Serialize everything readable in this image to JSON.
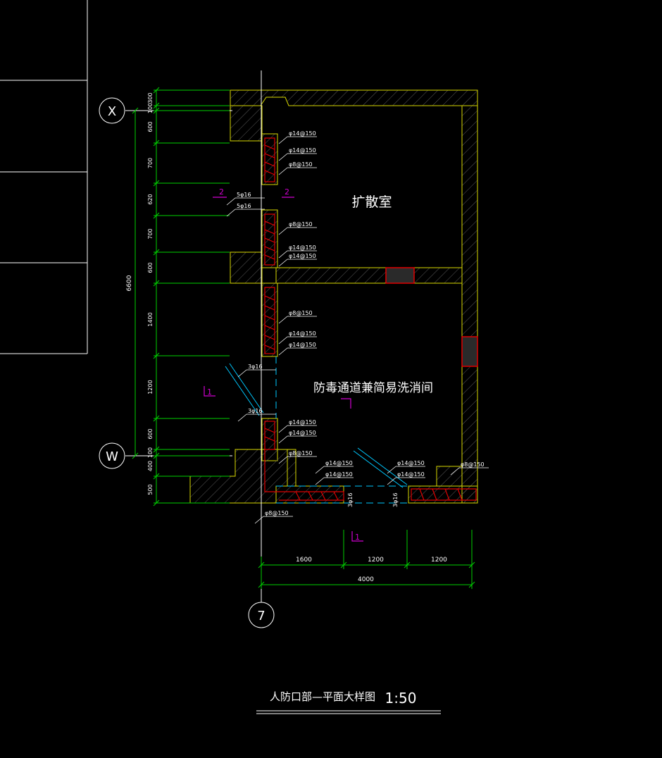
{
  "title": {
    "text": "人防口部—平面大样图",
    "scale": "1:50"
  },
  "rooms": {
    "diffusion": "扩散室",
    "decon": "防毒通道兼简易洗消间"
  },
  "axes": {
    "top": "X",
    "bottom": "W",
    "vertical": "7"
  },
  "sections": {
    "s2_left": "2",
    "s2_right": "2",
    "s1_left": "1",
    "s1_bottom": "1"
  },
  "dims_left": {
    "total": "6600",
    "segments": [
      "300",
      "100",
      "600",
      "700",
      "620",
      "700",
      "600",
      "1400",
      "1200",
      "600",
      "100",
      "400",
      "500"
    ]
  },
  "dims_bottom": {
    "parts": [
      "1600",
      "1200",
      "1200"
    ],
    "total": "4000"
  },
  "rebar": [
    "φ14@150",
    "φ14@150",
    "φ8@150",
    "5φ16",
    "5φ16",
    "φ8@150",
    "φ14@150",
    "φ14@150",
    "φ8@150",
    "φ14@150",
    "φ14@150",
    "3φ16",
    "3φ16",
    "φ14@150",
    "φ14@150",
    "φ8@150",
    "φ14@150",
    "φ14@150",
    "φ14@150",
    "φ14@150",
    "φ8@150",
    "φ8@150",
    "3φ16",
    "3φ16"
  ],
  "colors": {
    "wall_outline": "#d8d800",
    "dimension": "#00d000",
    "rebar": "#e00000",
    "axis": "#ffffff",
    "section": "#d000d0",
    "opening": "#00c8ff"
  }
}
